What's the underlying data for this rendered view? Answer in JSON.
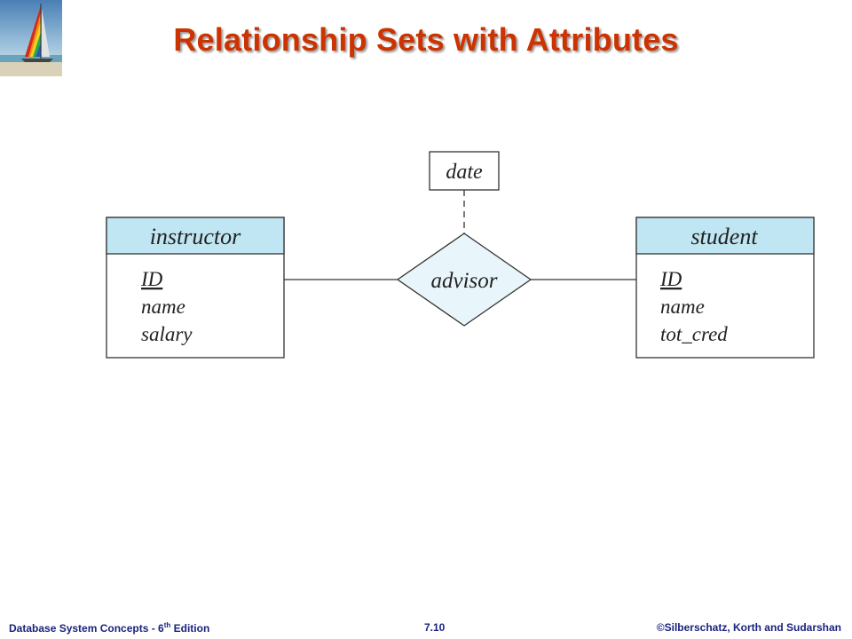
{
  "title": "Relationship Sets with Attributes",
  "colors": {
    "title": "#cc3300",
    "entity_header": "#bfe6f2",
    "relationship_fill": "#e8f5fa",
    "footer_text": "#1a237e"
  },
  "diagram": {
    "relationship_attribute": "date",
    "relationship": "advisor",
    "entities": [
      {
        "name": "instructor",
        "attributes": [
          {
            "text": "ID",
            "primary_key": true
          },
          {
            "text": "name",
            "primary_key": false
          },
          {
            "text": "salary",
            "primary_key": false
          }
        ]
      },
      {
        "name": "student",
        "attributes": [
          {
            "text": "ID",
            "primary_key": true
          },
          {
            "text": "name",
            "primary_key": false
          },
          {
            "text": "tot_cred",
            "primary_key": false
          }
        ]
      }
    ]
  },
  "footer": {
    "left_prefix": "Database  System Concepts  - 6",
    "left_sup": "th",
    "left_suffix": " Edition",
    "center": "7.10",
    "right": "©Silberschatz, Korth and Sudarshan"
  }
}
